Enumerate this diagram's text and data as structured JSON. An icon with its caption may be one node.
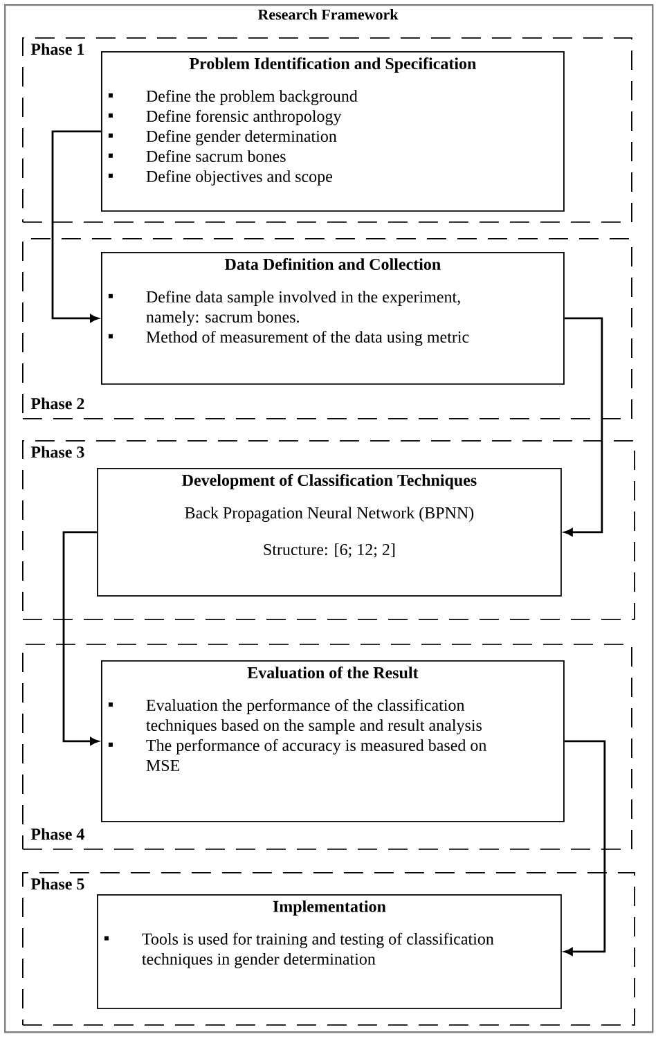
{
  "diagram": {
    "nodes": [
      {
        "text": [
          "Research Framework"
        ]
      },
      {
        "text": [
          "Phase 1"
        ],
        "in": 0
      },
      {
        "text": [
          "Problem Identification and Specification",
          "Define the problem background",
          "Define forensic anthropology",
          "Define gender determination",
          "Define sacrum bones",
          "Define objectives and scope"
        ],
        "in": 1
      },
      {
        "text": [
          "Phase 2"
        ],
        "in": 0
      },
      {
        "text": [
          "Data Definition and Collection",
          "Define data sample involved in the experiment, namely: sacrum bones.",
          "Method of measurement of the data using metric"
        ],
        "in": 3
      },
      {
        "text": [
          "Phase 3"
        ],
        "in": 0
      },
      {
        "text": [
          "Development of Classification Techniques",
          "Back Propagation Neural Network (BPNN)",
          "Structure: [6; 12; 2]"
        ],
        "in": 5
      },
      {
        "text": [
          "Phase 4"
        ],
        "in": 0
      },
      {
        "text": [
          "Evaluation of the Result",
          "Evaluation the performance of the classification techniques based on the sample and result analysis",
          "The performance of accuracy is measured based on MSE"
        ],
        "in": 7
      },
      {
        "text": [
          "Phase 5"
        ],
        "in": 0
      },
      {
        "text": [
          "Implementation",
          "Tools is used for training and testing of classification techniques in gender determination"
        ],
        "in": 9
      }
    ],
    "edges": [
      {
        "from": 2,
        "to": 4,
        "arrow": "to"
      },
      {
        "from": 4,
        "to": 6,
        "arrow": "to"
      },
      {
        "from": 6,
        "to": 8,
        "arrow": "to"
      },
      {
        "from": 8,
        "to": 10,
        "arrow": "to"
      }
    ]
  }
}
